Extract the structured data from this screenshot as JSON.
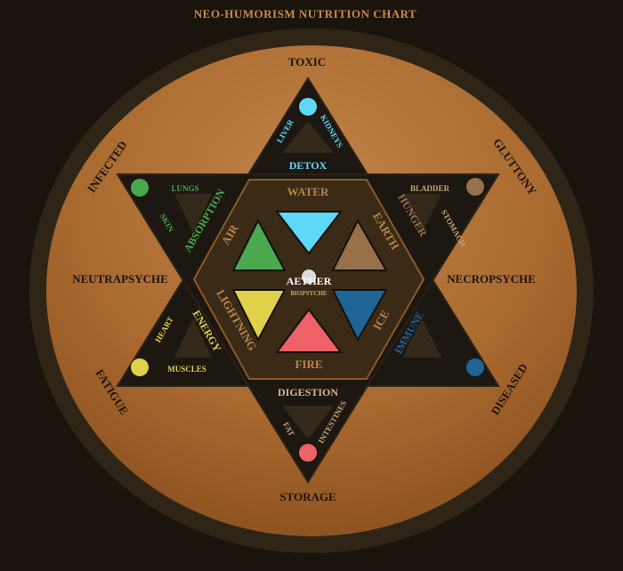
{
  "title": "NEO-HUMORISM NUTRITION CHART",
  "outer_labels": {
    "top": "TOXIC",
    "upper_left": "INFECTED",
    "upper_right": "GLUTTONY",
    "left": "NEUTRAPSYCHE",
    "right": "NECROPSYCHE",
    "lower_left": "FATIGUE",
    "lower_right": "DISEASED",
    "bottom": "STORAGE"
  },
  "center": {
    "title": "AETHER",
    "subtitle": "BIOPSYCHE"
  },
  "elements": {
    "water": "WATER",
    "earth": "EARTH",
    "air": "AIR",
    "lightning": "LIGHTNING",
    "ice": "ICE",
    "fire": "FIRE"
  },
  "arms": {
    "detox": {
      "title": "DETOX",
      "organs": [
        "LIVER",
        "KIDNEYS"
      ]
    },
    "absorption": {
      "title": "ABSORPTION",
      "organs": [
        "LUNGS",
        "SKIN"
      ]
    },
    "hunger": {
      "title": "HUNGER",
      "organs": [
        "BLADDER",
        "STOMACH"
      ]
    },
    "energy": {
      "title": "ENERGY",
      "organs": [
        "HEART",
        "MUSCLES"
      ]
    },
    "immune": {
      "title": "IMMUNE",
      "organs": []
    },
    "digestion": {
      "title": "DIGESTION",
      "organs": [
        "FAT",
        "INTESTINES"
      ]
    }
  },
  "colors": {
    "water": "#5fd8f7",
    "earth": "#98714b",
    "air": "#4aa84e",
    "lightning": "#e0d04a",
    "ice": "#1f6496",
    "fire": "#ee6166",
    "aether": "#d9d9d9"
  }
}
